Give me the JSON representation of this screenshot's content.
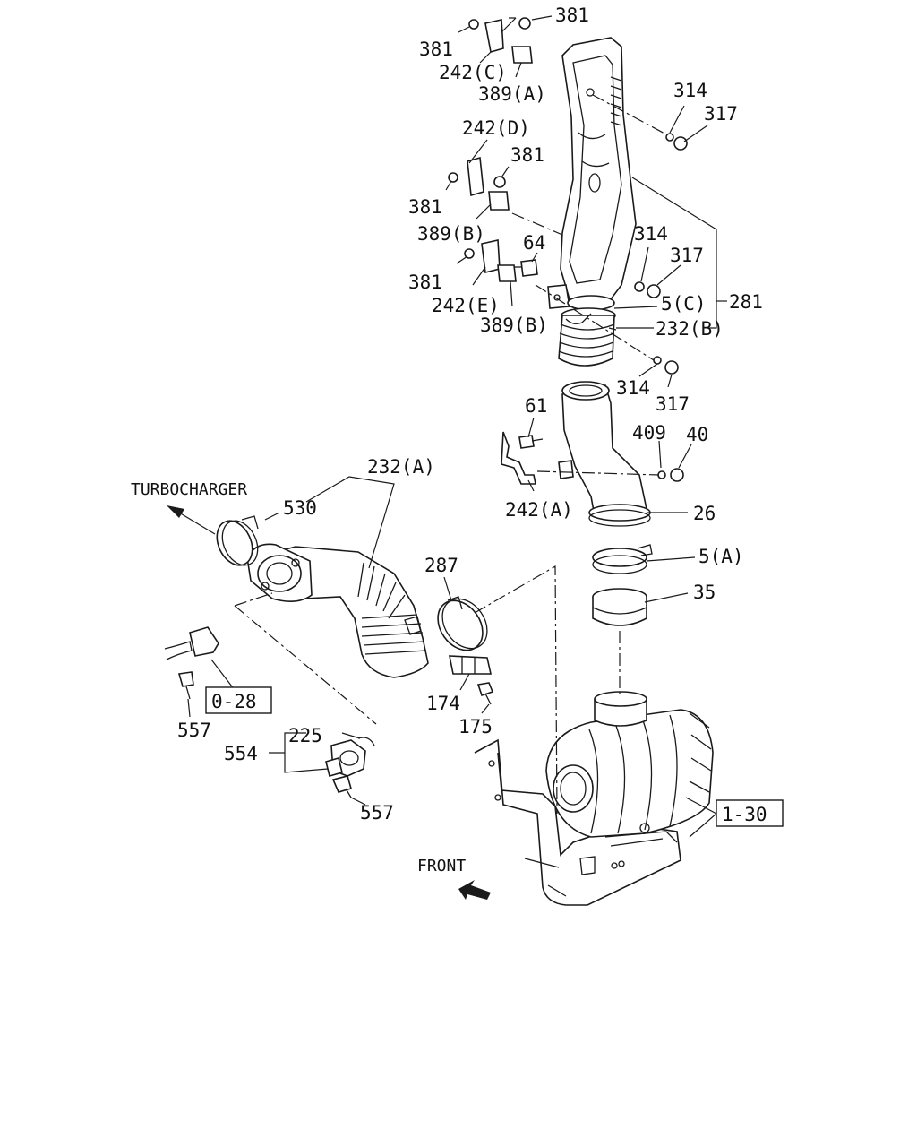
{
  "direction_labels": {
    "turbocharger": "TURBOCHARGER",
    "front": "FRONT"
  },
  "reference_boxes": {
    "ref_0_28": "0-28",
    "ref_1_30": "1-30"
  },
  "callouts": {
    "c381_a": "381",
    "c381_b": "381",
    "c242c": "242(C)",
    "c389a": "389(A)",
    "c314_top": "314",
    "c317_top": "317",
    "c242d": "242(D)",
    "c381_c": "381",
    "c381_d": "381",
    "c389b_top": "389(B)",
    "c64": "64",
    "c314_mid": "314",
    "c317_mid": "317",
    "c381_e": "381",
    "c242e": "242(E)",
    "c389b_bot": "389(B)",
    "c5c": "5(C)",
    "c281": "281",
    "c232b": "232(B)",
    "c314_low": "314",
    "c317_low": "317",
    "c61": "61",
    "c409": "409",
    "c40": "40",
    "c232a": "232(A)",
    "c530": "530",
    "c242a": "242(A)",
    "c26": "26",
    "c287": "287",
    "c5a": "5(A)",
    "c35": "35",
    "c174": "174",
    "c175": "175",
    "c557_a": "557",
    "c225": "225",
    "c554": "554",
    "c557_b": "557"
  }
}
